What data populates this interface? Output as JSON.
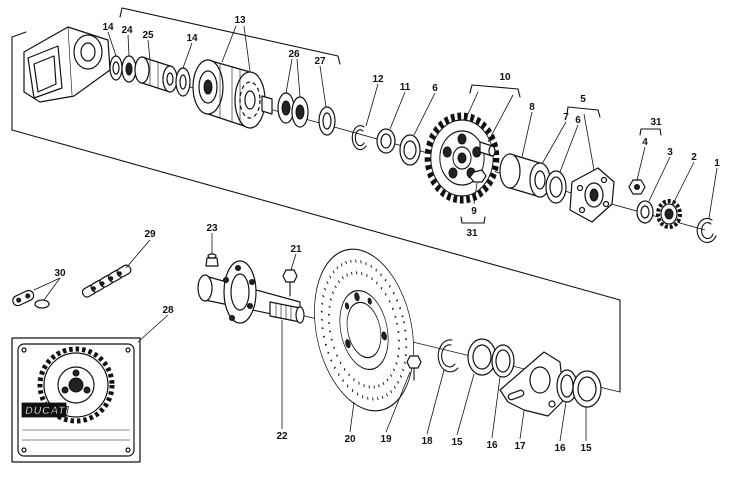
{
  "callouts": [
    "13",
    "14",
    "24",
    "25",
    "14",
    "26",
    "27",
    "12",
    "11",
    "6",
    "10",
    "8",
    "5",
    "7",
    "6",
    "31",
    "4",
    "3",
    "2",
    "1",
    "9",
    "31",
    "23",
    "29",
    "21",
    "30",
    "28",
    "22",
    "20",
    "19",
    "18",
    "15",
    "16",
    "17",
    "16",
    "15"
  ],
  "logo_text": "DUCATI"
}
